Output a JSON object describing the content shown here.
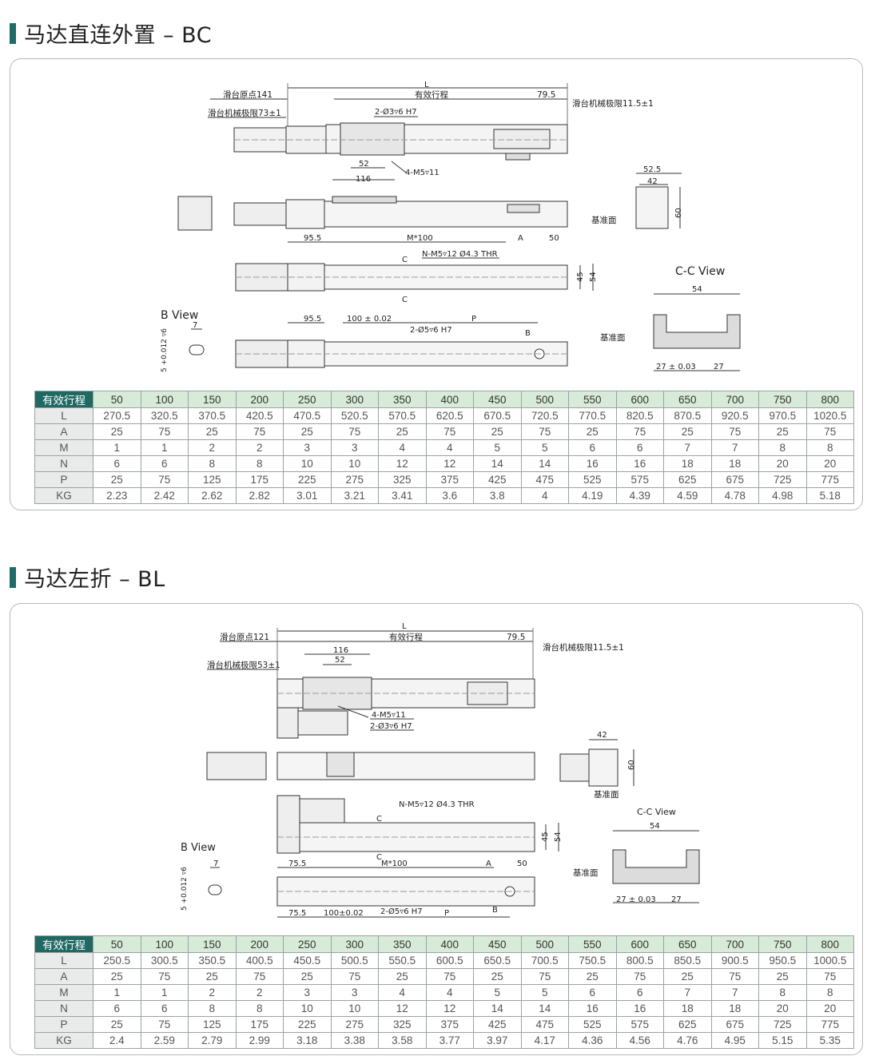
{
  "sections": [
    {
      "title": "马达直连外置 – BC",
      "drawing": {
        "labels": {
          "L": "L",
          "stroke": "有效行程",
          "origin": "滑台原点141",
          "limit_left": "滑台机械极限73±1",
          "limit_right": "滑台机械极限11.5±1",
          "dim_79_5": "79.5",
          "pin_holes": "2-Ø3▿6 H7",
          "tap_holes": "4-M5▿11",
          "dim_52": "52",
          "dim_116": "116",
          "dim_52_5": "52.5",
          "dim_42": "42",
          "dim_60": "60",
          "datum": "基准面",
          "dim_95_5": "95.5",
          "m100": "M*100",
          "A": "A",
          "dim_50": "50",
          "n_holes": "N-M5▿12 Ø4.3 THR",
          "C": "C",
          "dim_45": "45",
          "dim_54": "54",
          "cc_view": "C-C View",
          "b_view": "B View",
          "dim_7": "7",
          "tol_5": "5 +0.012 ▿6",
          "dim_95_5b": "95.5",
          "pitch_100": "100 ± 0.02",
          "pin_holes_b": "2-Ø5▿6 H7",
          "P": "P",
          "B": "B",
          "datum_cc": "基准面",
          "dim_27_tol": "27 ± 0.03",
          "dim_27": "27"
        }
      },
      "table": {
        "header_label": "有效行程",
        "strokes": [
          "50",
          "100",
          "150",
          "200",
          "250",
          "300",
          "350",
          "400",
          "450",
          "500",
          "550",
          "600",
          "650",
          "700",
          "750",
          "800"
        ],
        "rows": [
          {
            "label": "L",
            "values": [
              "270.5",
              "320.5",
              "370.5",
              "420.5",
              "470.5",
              "520.5",
              "570.5",
              "620.5",
              "670.5",
              "720.5",
              "770.5",
              "820.5",
              "870.5",
              "920.5",
              "970.5",
              "1020.5"
            ]
          },
          {
            "label": "A",
            "values": [
              "25",
              "75",
              "25",
              "75",
              "25",
              "75",
              "25",
              "75",
              "25",
              "75",
              "25",
              "75",
              "25",
              "75",
              "25",
              "75"
            ]
          },
          {
            "label": "M",
            "values": [
              "1",
              "1",
              "2",
              "2",
              "3",
              "3",
              "4",
              "4",
              "5",
              "5",
              "6",
              "6",
              "7",
              "7",
              "8",
              "8"
            ]
          },
          {
            "label": "N",
            "values": [
              "6",
              "6",
              "8",
              "8",
              "10",
              "10",
              "12",
              "12",
              "14",
              "14",
              "16",
              "16",
              "18",
              "18",
              "20",
              "20"
            ]
          },
          {
            "label": "P",
            "values": [
              "25",
              "75",
              "125",
              "175",
              "225",
              "275",
              "325",
              "375",
              "425",
              "475",
              "525",
              "575",
              "625",
              "675",
              "725",
              "775"
            ]
          },
          {
            "label": "KG",
            "values": [
              "2.23",
              "2.42",
              "2.62",
              "2.82",
              "3.01",
              "3.21",
              "3.41",
              "3.6",
              "3.8",
              "4",
              "4.19",
              "4.39",
              "4.59",
              "4.78",
              "4.98",
              "5.18"
            ]
          }
        ]
      }
    },
    {
      "title": "马达左折 – BL",
      "drawing": {
        "labels": {
          "L": "L",
          "stroke": "有效行程",
          "origin": "滑台原点121",
          "limit_left": "滑台机械极限53±1",
          "limit_right": "滑台机械极限11.5±1",
          "dim_79_5": "79.5",
          "dim_116": "116",
          "dim_52": "52",
          "tap_holes": "4-M5▿11",
          "pin_holes": "2-Ø3▿6 H7",
          "dim_42": "42",
          "dim_60": "60",
          "datum": "基准面",
          "n_holes": "N-M5▿12 Ø4.3 THR",
          "C": "C",
          "dim_45": "45",
          "dim_54": "54",
          "cc_view": "C-C View",
          "b_view": "B View",
          "dim_7": "7",
          "tol_5": "5 +0.012 ▿6",
          "dim_75_5": "75.5",
          "m100": "M*100",
          "A": "A",
          "dim_50": "50",
          "dim_75_5b": "75.5",
          "pitch_100": "100±0.02",
          "pin_holes_b": "2-Ø5▿6 H7",
          "P": "P",
          "B": "B",
          "datum_cc": "基准面",
          "dim_27_tol": "27 ± 0.03",
          "dim_27": "27"
        }
      },
      "table": {
        "header_label": "有效行程",
        "strokes": [
          "50",
          "100",
          "150",
          "200",
          "250",
          "300",
          "350",
          "400",
          "450",
          "500",
          "550",
          "600",
          "650",
          "700",
          "750",
          "800"
        ],
        "rows": [
          {
            "label": "L",
            "values": [
              "250.5",
              "300.5",
              "350.5",
              "400.5",
              "450.5",
              "500.5",
              "550.5",
              "600.5",
              "650.5",
              "700.5",
              "750.5",
              "800.5",
              "850.5",
              "900.5",
              "950.5",
              "1000.5"
            ]
          },
          {
            "label": "A",
            "values": [
              "25",
              "75",
              "25",
              "75",
              "25",
              "75",
              "25",
              "75",
              "25",
              "75",
              "25",
              "75",
              "25",
              "75",
              "25",
              "75"
            ]
          },
          {
            "label": "M",
            "values": [
              "1",
              "1",
              "2",
              "2",
              "3",
              "3",
              "4",
              "4",
              "5",
              "5",
              "6",
              "6",
              "7",
              "7",
              "8",
              "8"
            ]
          },
          {
            "label": "N",
            "values": [
              "6",
              "6",
              "8",
              "8",
              "10",
              "10",
              "12",
              "12",
              "14",
              "14",
              "16",
              "16",
              "18",
              "18",
              "20",
              "20"
            ]
          },
          {
            "label": "P",
            "values": [
              "25",
              "75",
              "125",
              "175",
              "225",
              "275",
              "325",
              "375",
              "425",
              "475",
              "525",
              "575",
              "625",
              "675",
              "725",
              "775"
            ]
          },
          {
            "label": "KG",
            "values": [
              "2.4",
              "2.59",
              "2.79",
              "2.99",
              "3.18",
              "3.38",
              "3.58",
              "3.77",
              "3.97",
              "4.17",
              "4.36",
              "4.56",
              "4.76",
              "4.95",
              "5.15",
              "5.35"
            ]
          }
        ]
      }
    }
  ]
}
